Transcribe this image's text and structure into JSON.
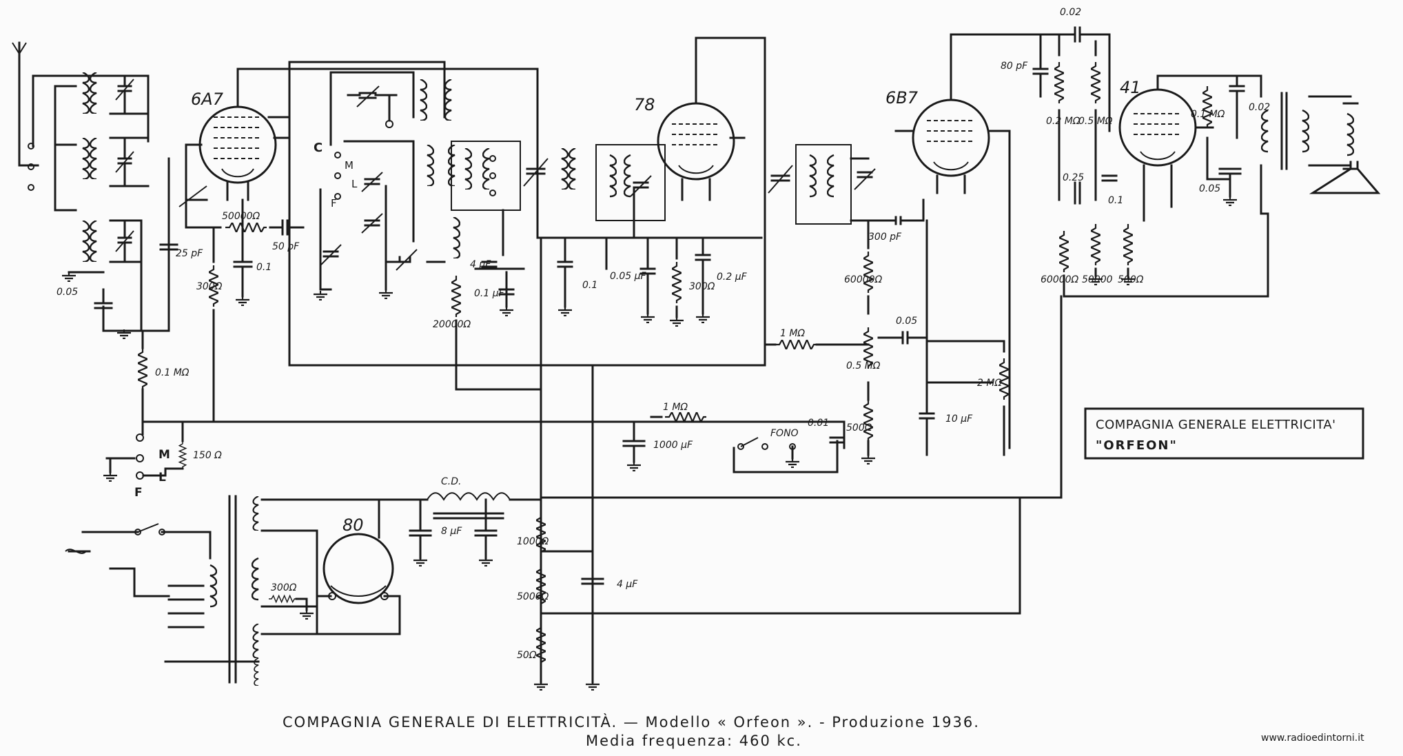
{
  "tubes": {
    "converter": "6A7",
    "if_amp": "78",
    "detector": "6B7",
    "output": "41",
    "rectifier": "80"
  },
  "components": {
    "r_50000": "50000Ω",
    "c_50pf": "50 pF",
    "c_01": "0.1",
    "c_25pf": "25 pF",
    "c_005_left": "0.05",
    "r_300_cathode": "300Ω",
    "r_01m": "0.1 MΩ",
    "r_20000": "20000Ω",
    "c_4mf": "4 µF",
    "c_01_mf": "0.1 µF",
    "c_01_b": "0.1",
    "c_005_mf": "0.05 µF",
    "r_300_78": "300Ω",
    "c_02mf": "0.2 µF",
    "r_1m": "1 MΩ",
    "c_300pf": "300 pF",
    "r_60000_det": "60000Ω",
    "c_005_det": "0.05",
    "r_05m": "0.5 MΩ",
    "r_500": "500Ω",
    "c_10mf": "10 µF",
    "r_2m": "2 MΩ",
    "c_002": "0.02",
    "c_80pf": "80 pF",
    "r_02m": "0.2 MΩ",
    "r_05m_b": "0.5 MΩ",
    "c_025": "0.25",
    "c_01_out": "0.1",
    "r_60000_b": "60000Ω",
    "r_50000_b": "50000",
    "r_500_b": "500Ω",
    "r_01m_b": "0.1 MΩ",
    "c_005_out": "0.05",
    "c_002_out": "0.02",
    "r_1m_b": "1 MΩ",
    "c_1000mf": "1000 µF",
    "c_001": "0.01",
    "fono": "FONO",
    "r_150": "150 Ω",
    "cd": "C.D.",
    "c_8mf": "8 µF",
    "r_300_fil": "300Ω",
    "r_1000": "1000Ω",
    "r_5000": "5000Ω",
    "c_4mf_b": "4 µF",
    "r_bleed": "50Ω"
  },
  "switch_labels": {
    "m": "M",
    "l": "L",
    "f": "F",
    "c": "C",
    "m2": "M",
    "l2": "L",
    "f2": "F"
  },
  "title_box": {
    "line1": "COMPAGNIA GENERALE ELETTRICITA'",
    "line2": "\"ORFEON\""
  },
  "caption": {
    "line1": "COMPAGNIA GENERALE DI ELETTRICITÀ. — Modello « Orfeon ». - Produzione 1936.",
    "line2": "Media frequenza: 460 kc."
  },
  "watermark": "www.radioedintorni.it"
}
